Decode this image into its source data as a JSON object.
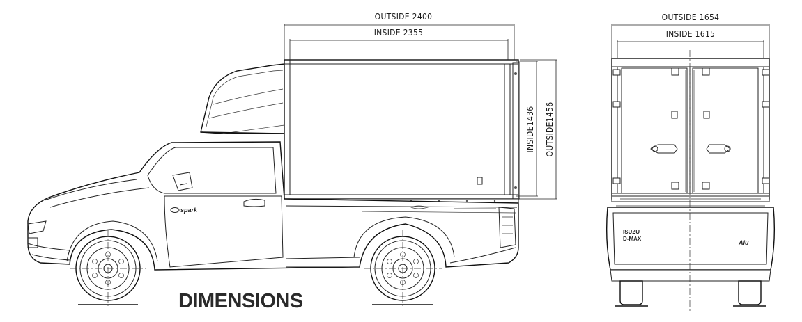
{
  "dimensions": {
    "side_outside_length": "OUTSIDE 2400",
    "side_inside_length": "INSIDE 2355",
    "side_inside_height": "INSIDE1436",
    "side_outside_height": "OUTSIDE1456",
    "rear_outside_width": "OUTSIDE 1654",
    "rear_inside_width": "INSIDE 1615"
  },
  "title": "DIMENSIONS",
  "branding": {
    "door_badge": "spark",
    "tailgate_model": "D-MAX",
    "tailgate_maker": "ISUZU",
    "tailgate_script": "Alu"
  }
}
